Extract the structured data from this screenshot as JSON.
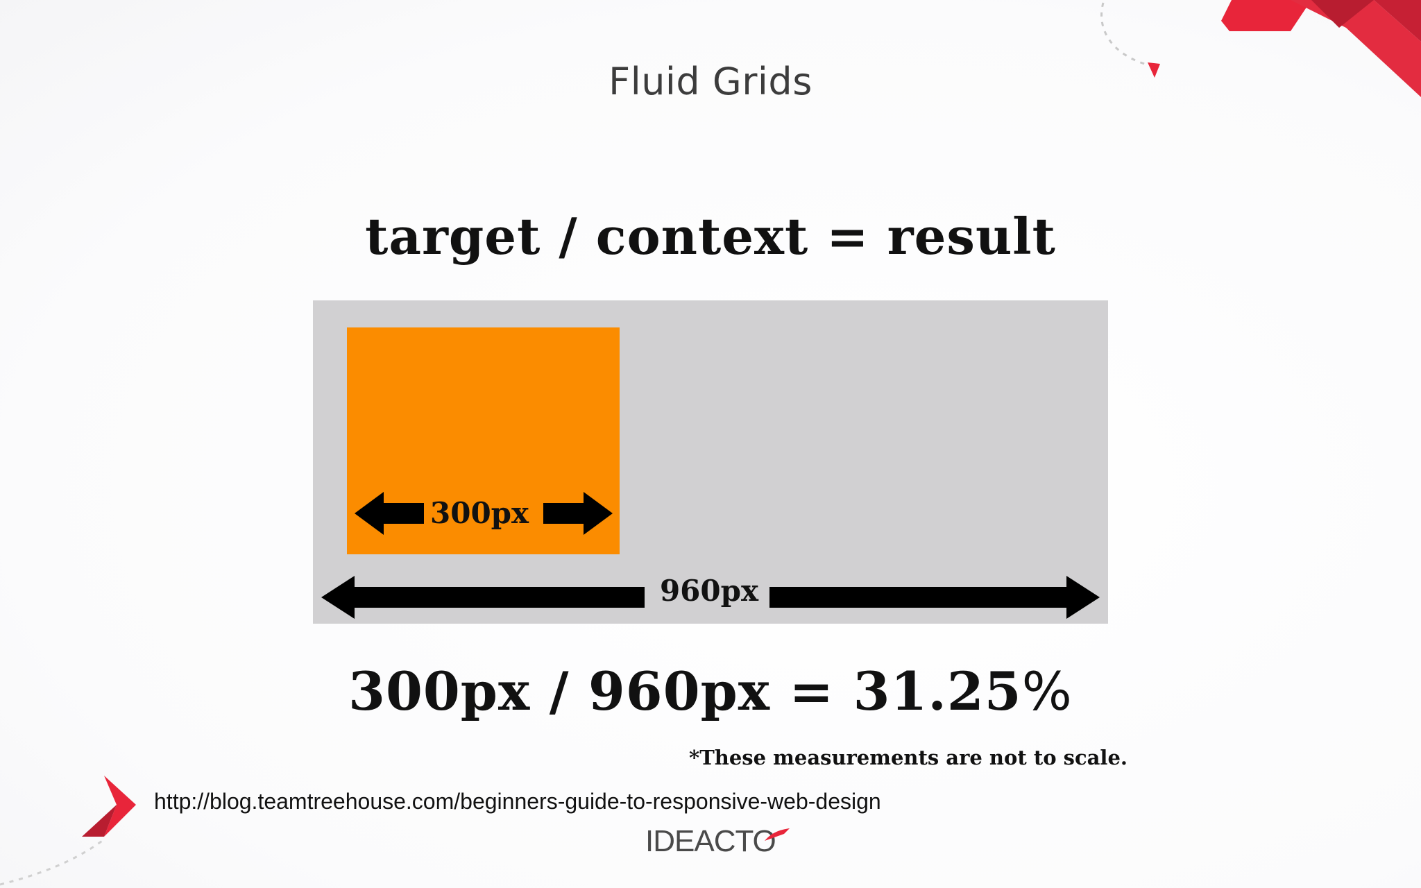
{
  "slide": {
    "title": "Fluid Grids",
    "formula": "target / context = result",
    "target_label": "300px",
    "context_label": "960px",
    "calculation_main": "300px / 960px = 31.25",
    "calculation_percent": "%",
    "note": "*These measurements are not to scale.",
    "source_url": "http://blog.teamtreehouse.com/beginners-guide-to-responsive-web-design",
    "logo_text": "IDEACTO"
  },
  "colors": {
    "target_box": "#fb8c00",
    "context_box": "#d1d0d2",
    "accent_red": "#e8253a"
  }
}
